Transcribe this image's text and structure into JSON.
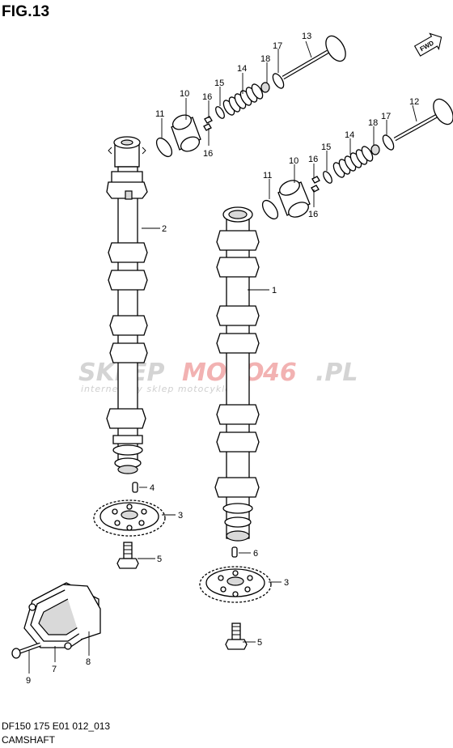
{
  "figure": {
    "title": "FIG.13",
    "code": "DF150 175 E01 012_013",
    "name": "CAMSHAFT"
  },
  "watermark": {
    "part_a": "SKLEP",
    "part_b": "MOTO",
    "part_c": "46",
    "part_d": ".PL",
    "subtitle": "internetowy sklep motocyklowy"
  },
  "direction_badge": "FWD",
  "callouts": {
    "c13": "13",
    "c17a": "17",
    "c18a": "18",
    "c14a": "14",
    "c15a": "15",
    "c10a": "10",
    "c16a": "16",
    "c16b": "16",
    "c11a": "11",
    "c12": "12",
    "c17b": "17",
    "c18b": "18",
    "c14b": "14",
    "c15b": "15",
    "c10b": "10",
    "c16c": "16",
    "c16d": "16",
    "c11b": "11",
    "c2": "2",
    "c1": "1",
    "c4": "4",
    "c3a": "3",
    "c5a": "5",
    "c6": "6",
    "c3b": "3",
    "c5b": "5",
    "c8": "8",
    "c7": "7",
    "c9": "9"
  }
}
